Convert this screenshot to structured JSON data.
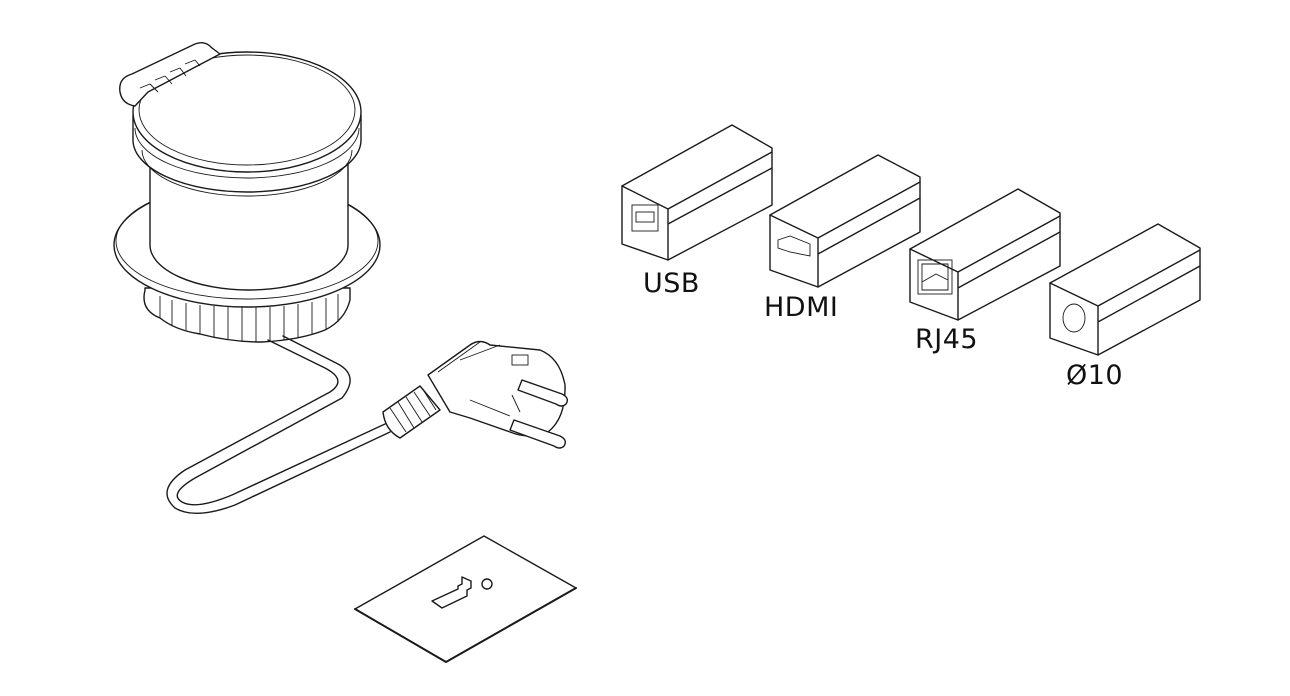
{
  "diagram": {
    "components": [
      {
        "id": "popup-socket",
        "description": "Pop-up desk socket with hinged lid"
      },
      {
        "id": "power-plug",
        "description": "Angled Schuko power plug with cable"
      },
      {
        "id": "template-card",
        "description": "Mounting template card with key-hole symbol"
      }
    ],
    "inserts": [
      {
        "id": "usb",
        "label": "USB"
      },
      {
        "id": "hdmi",
        "label": "HDMI"
      },
      {
        "id": "rj45",
        "label": "RJ45"
      },
      {
        "id": "d10",
        "label": "Ø10"
      }
    ]
  }
}
